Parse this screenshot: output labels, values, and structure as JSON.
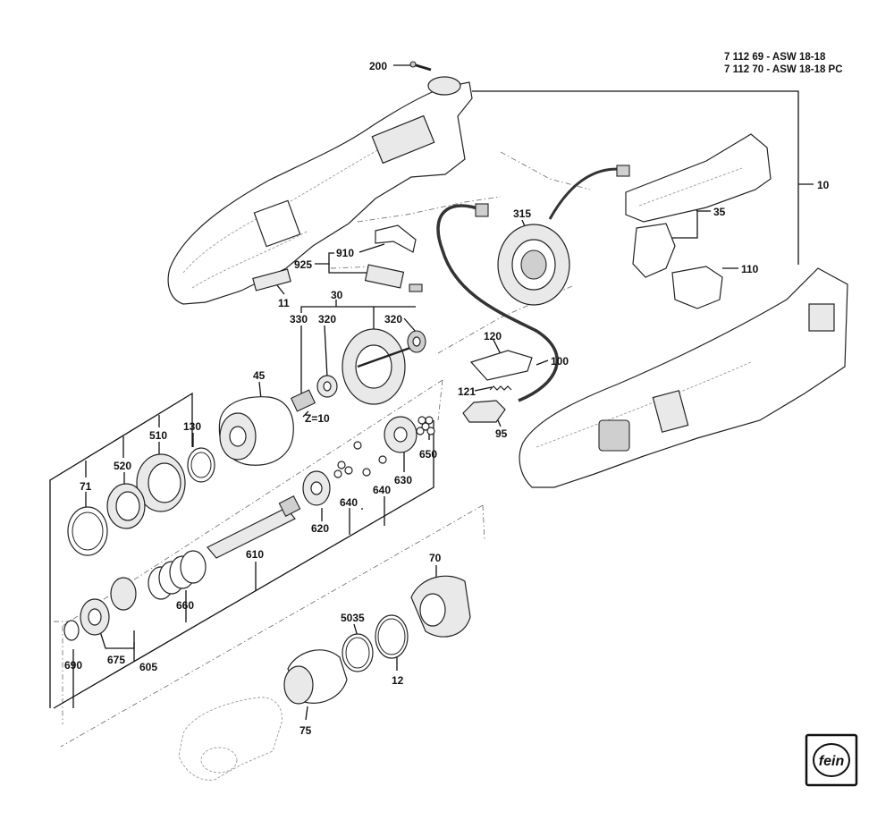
{
  "title": {
    "line1": "7 112 69 - ASW 18-18",
    "line2": "7 112 70 - ASW 18-18 PC"
  },
  "callouts": {
    "p200": "200",
    "p10": "10",
    "p910": "910",
    "p925": "925",
    "p11": "11",
    "p315": "315",
    "p35": "35",
    "p110": "110",
    "p30": "30",
    "p330": "330",
    "p320a": "320",
    "p320b": "320",
    "p120": "120",
    "p100": "100",
    "p121": "121",
    "p95": "95",
    "p45": "45",
    "z10": "Z=10",
    "p130": "130",
    "p510": "510",
    "p520": "520",
    "p71": "71",
    "p650": "650",
    "p630": "630",
    "p640a": "640",
    "p640b": "640",
    "p620": "620",
    "p610": "610",
    "p660": "660",
    "p70": "70",
    "p5035": "5035",
    "p12": "12",
    "p675": "675",
    "p690": "690",
    "p605": "605",
    "p75": "75"
  },
  "logo": {
    "text": "fein"
  }
}
